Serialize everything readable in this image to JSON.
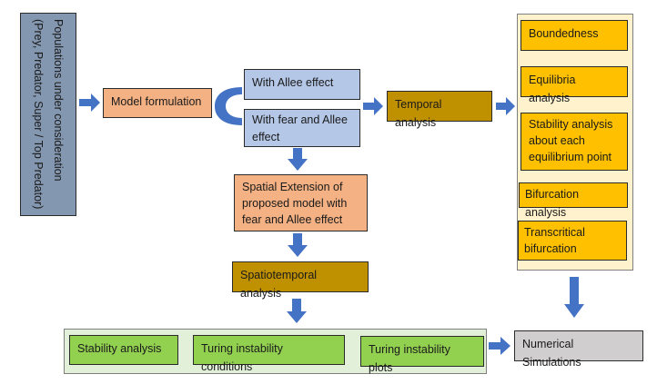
{
  "diagram": {
    "populations": {
      "line1": "Populations under consideration",
      "line2": "(Prey, Predator, Super / Top Predator)"
    },
    "model_formulation": "Model formulation",
    "with_allee": "With Allee effect",
    "with_fear_allee": "With fear and Allee effect",
    "temporal_analysis": "Temporal analysis",
    "temporal_items": [
      "Boundedness",
      "Equilibria analysis",
      "Stability analysis about each equilibrium point",
      "Bifurcation analysis",
      "Transcritical bifurcation"
    ],
    "spatial_extension": "Spatial Extension of proposed model with fear and Allee effect",
    "spatiotemporal_analysis": "Spatiotemporal analysis",
    "spatiotemporal_items": [
      "Stability analysis",
      "Turing instability conditions",
      "Turing instability plots"
    ],
    "numerical_simulations": "Numerical Simulations",
    "colors": {
      "arrow": "#4472c4",
      "model_box": "#f4b183",
      "allee_box": "#b4c7e7",
      "analysis_box": "#bf9000",
      "temporal_item": "#ffc000",
      "temporal_panel": "#fff2cc",
      "spatio_item": "#92d050",
      "spatio_panel": "#e2f0d9",
      "simulation_box": "#d0cece",
      "population_box": "#8497b0"
    }
  }
}
